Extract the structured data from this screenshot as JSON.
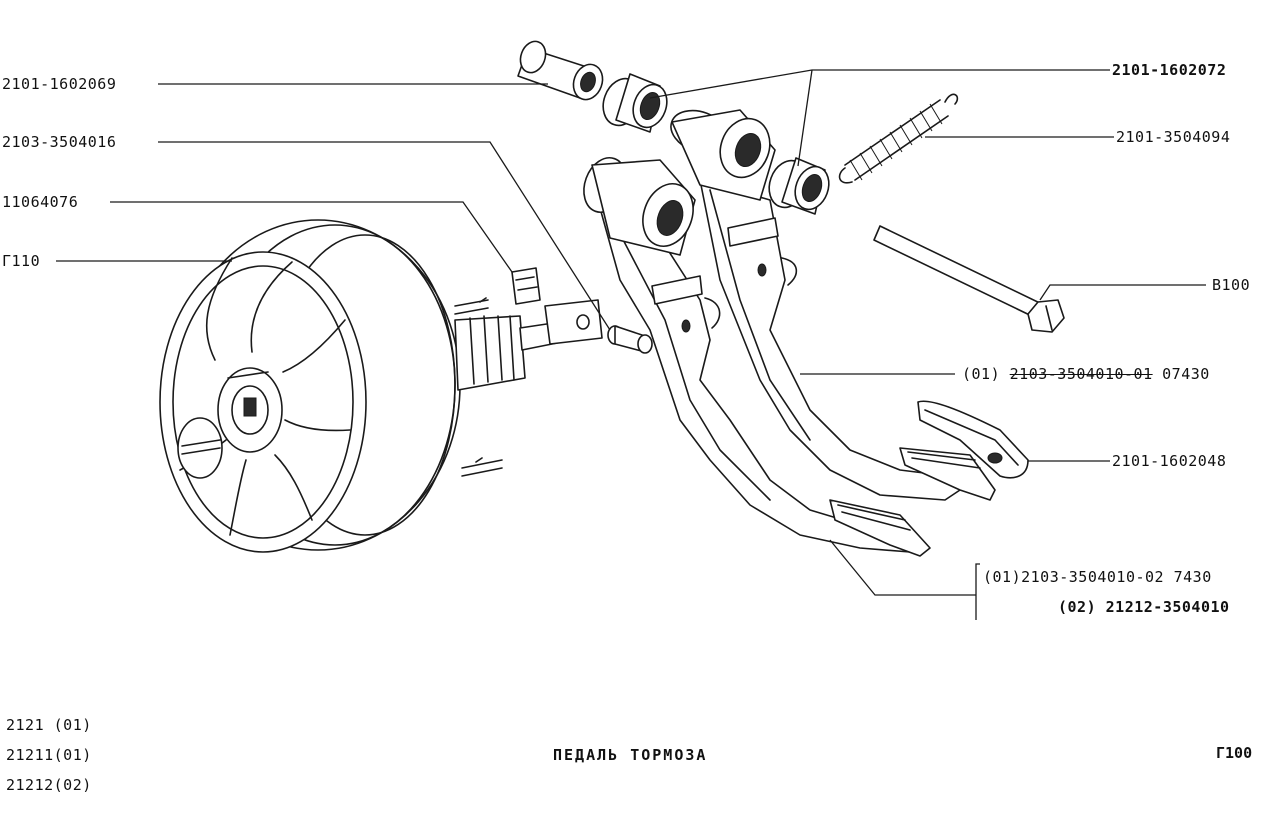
{
  "diagram": {
    "title": "ПЕДАЛЬ ТОРМОЗА",
    "page_code": "Г100",
    "callouts": {
      "sleeve": "2101-1602069",
      "pin": "2103-3504016",
      "clip": "11064076",
      "booster": "Г110",
      "bushing": "2101-1602072",
      "spring": "2101-3504094",
      "bolt": "В100",
      "pedal_01_prefix": "(01)",
      "pedal_01_struck": "2103-3504010-01",
      "pedal_01_suffix": "07430",
      "pad": "2101-1602048",
      "pedal_01_02": "(01)2103-3504010-02 7430",
      "pedal_02": "(02) 21212-3504010"
    },
    "models": [
      "2121 (01)",
      "21211(01)",
      "21212(02)"
    ]
  }
}
